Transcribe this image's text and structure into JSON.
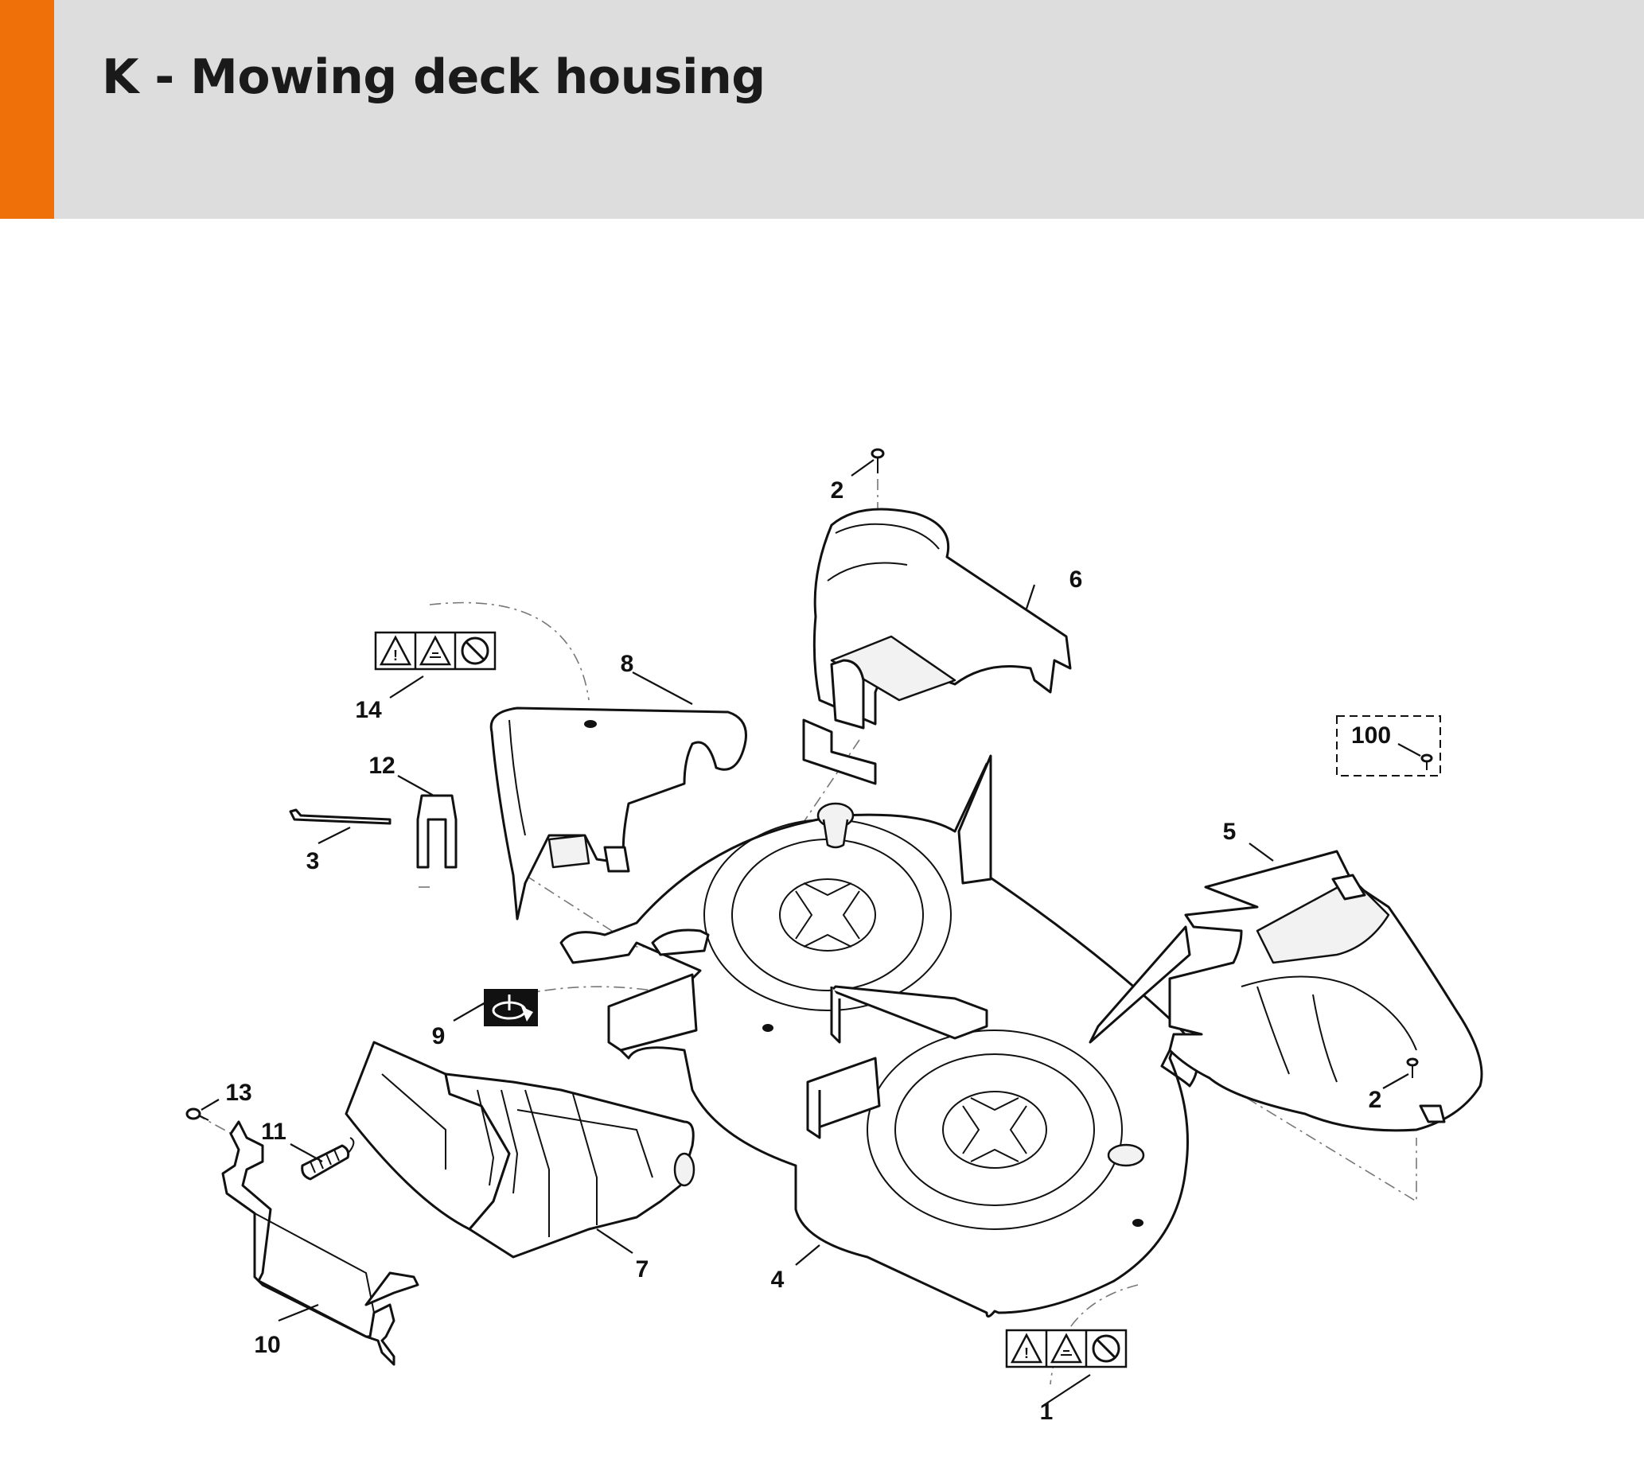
{
  "header": {
    "title": "K - Mowing deck housing",
    "accent_color": "#ef7008",
    "background_color": "#dcdddc"
  },
  "callouts": [
    "1",
    "2",
    "2",
    "3",
    "4",
    "5",
    "6",
    "7",
    "8",
    "9",
    "10",
    "11",
    "12",
    "13",
    "14",
    "100"
  ],
  "icons": [
    "warning-triangle-icon",
    "rotating-blade-warning-icon",
    "no-hands-icon",
    "decal-icon"
  ]
}
